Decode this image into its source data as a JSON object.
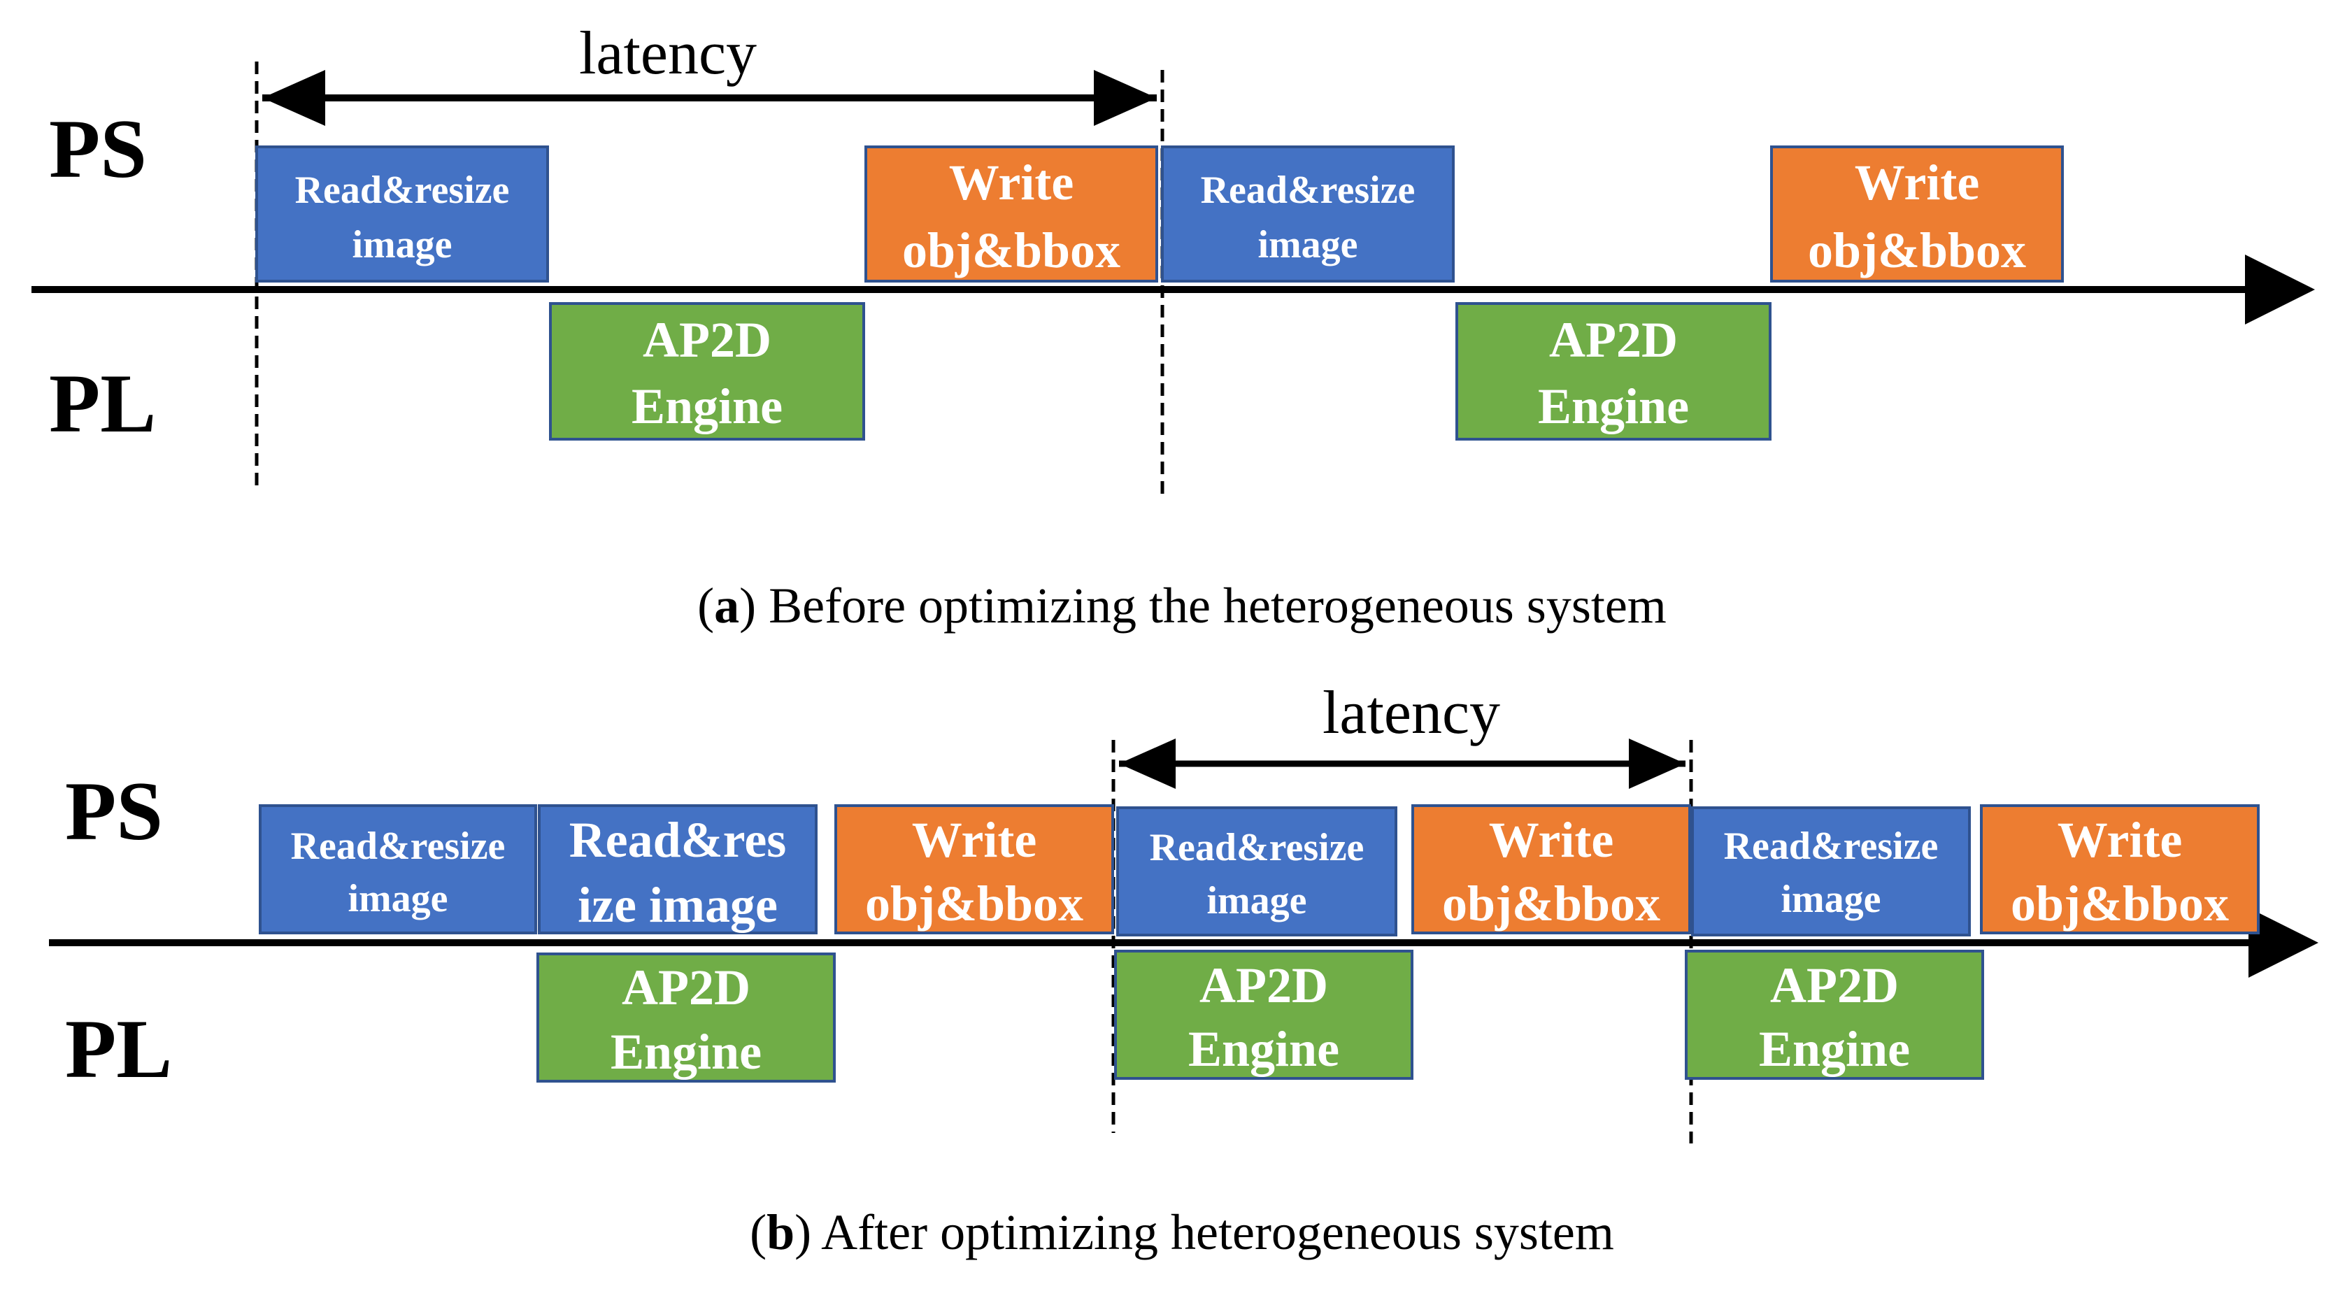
{
  "colors": {
    "read": "#4472C4",
    "write": "#ED7D31",
    "engine": "#70AD47",
    "border": "#2F528F",
    "axis": "#000000"
  },
  "panels": [
    {
      "id": "a",
      "ps_label": "PS",
      "pl_label": "PL",
      "latency_label": "latency",
      "caption_letter": "a",
      "caption_text": " Before optimizing the heterogeneous system",
      "ps_tasks": [
        {
          "kind": "read",
          "lines": [
            "Read&resize",
            "image"
          ]
        },
        {
          "kind": "write",
          "lines": [
            "Write",
            "obj&bbox"
          ]
        },
        {
          "kind": "read",
          "lines": [
            "Read&resize",
            "image"
          ]
        },
        {
          "kind": "write",
          "lines": [
            "Write",
            "obj&bbox"
          ]
        }
      ],
      "pl_tasks": [
        {
          "kind": "engine",
          "lines": [
            "AP2D",
            "Engine"
          ]
        },
        {
          "kind": "engine",
          "lines": [
            "AP2D",
            "Engine"
          ]
        }
      ]
    },
    {
      "id": "b",
      "ps_label": "PS",
      "pl_label": "PL",
      "latency_label": "latency",
      "caption_letter": "b",
      "caption_text": " After optimizing heterogeneous system",
      "ps_tasks": [
        {
          "kind": "read",
          "lines": [
            "Read&resize",
            "image"
          ]
        },
        {
          "kind": "read",
          "lines": [
            "Read&res",
            "ize  image"
          ]
        },
        {
          "kind": "write",
          "lines": [
            "Write",
            "obj&bbox"
          ]
        },
        {
          "kind": "read",
          "lines": [
            "Read&resize",
            "image"
          ]
        },
        {
          "kind": "write",
          "lines": [
            "Write",
            "obj&bbox"
          ]
        },
        {
          "kind": "read",
          "lines": [
            "Read&resize",
            "image"
          ]
        },
        {
          "kind": "write",
          "lines": [
            "Write",
            "obj&bbox"
          ]
        }
      ],
      "pl_tasks": [
        {
          "kind": "engine",
          "lines": [
            "AP2D",
            "Engine"
          ]
        },
        {
          "kind": "engine",
          "lines": [
            "AP2D",
            "Engine"
          ]
        },
        {
          "kind": "engine",
          "lines": [
            "AP2D",
            "Engine"
          ]
        }
      ]
    }
  ]
}
